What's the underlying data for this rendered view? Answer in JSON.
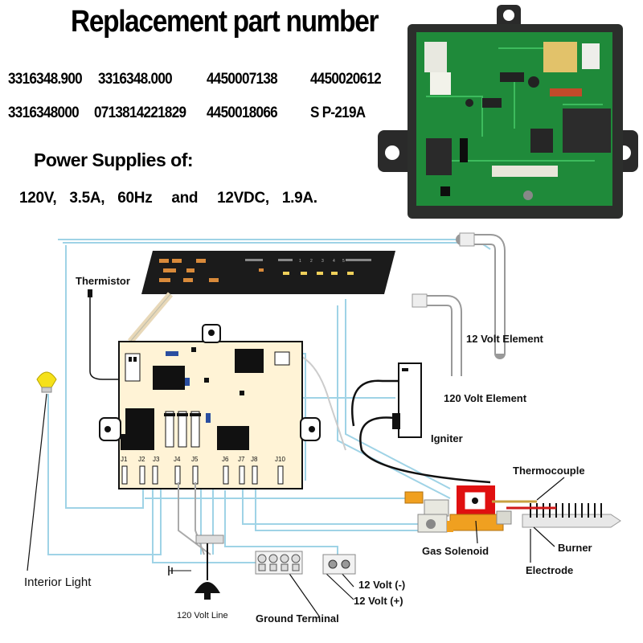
{
  "header": {
    "title": "Replacement part number",
    "part_numbers_row1": [
      "3316348.900",
      "3316348.000",
      "4450007138",
      "4450020612"
    ],
    "part_numbers_row2": [
      "3316348000",
      "0713814221829",
      "4450018066",
      "S P-219A"
    ],
    "power_title": "Power Supplies of:",
    "power_specs": "120V,  3.5A,  60Hz   and   12VDC,  1.9A."
  },
  "diagram": {
    "labels": {
      "thermistor": "Thermistor",
      "element_12v": "12 Volt Element",
      "element_120v": "120 Volt Element",
      "igniter": "Igniter",
      "thermocouple": "Thermocouple",
      "gas_solenoid": "Gas Solenoid",
      "burner": "Burner",
      "electrode": "Electrode",
      "interior_light": "Interior Light",
      "volt_neg": "12 Volt (-)",
      "volt_pos": "12 Volt (+)",
      "ground_terminal": "Ground Terminal",
      "line_120": "120 Volt Line"
    },
    "connectors": [
      "J1",
      "J2",
      "J3",
      "J4",
      "J5",
      "J6",
      "J7",
      "J8",
      "J10"
    ],
    "panel_buttons": [
      "1",
      "2",
      "3",
      "4",
      "5"
    ]
  },
  "colors": {
    "pcb_green": "#1f8a3a",
    "board_fill": "#fff3d6",
    "wire_blue": "#9fd3e6",
    "solenoid_red": "#e01010",
    "valve_orange": "#f0a020",
    "light_yellow": "#f5e11a"
  }
}
